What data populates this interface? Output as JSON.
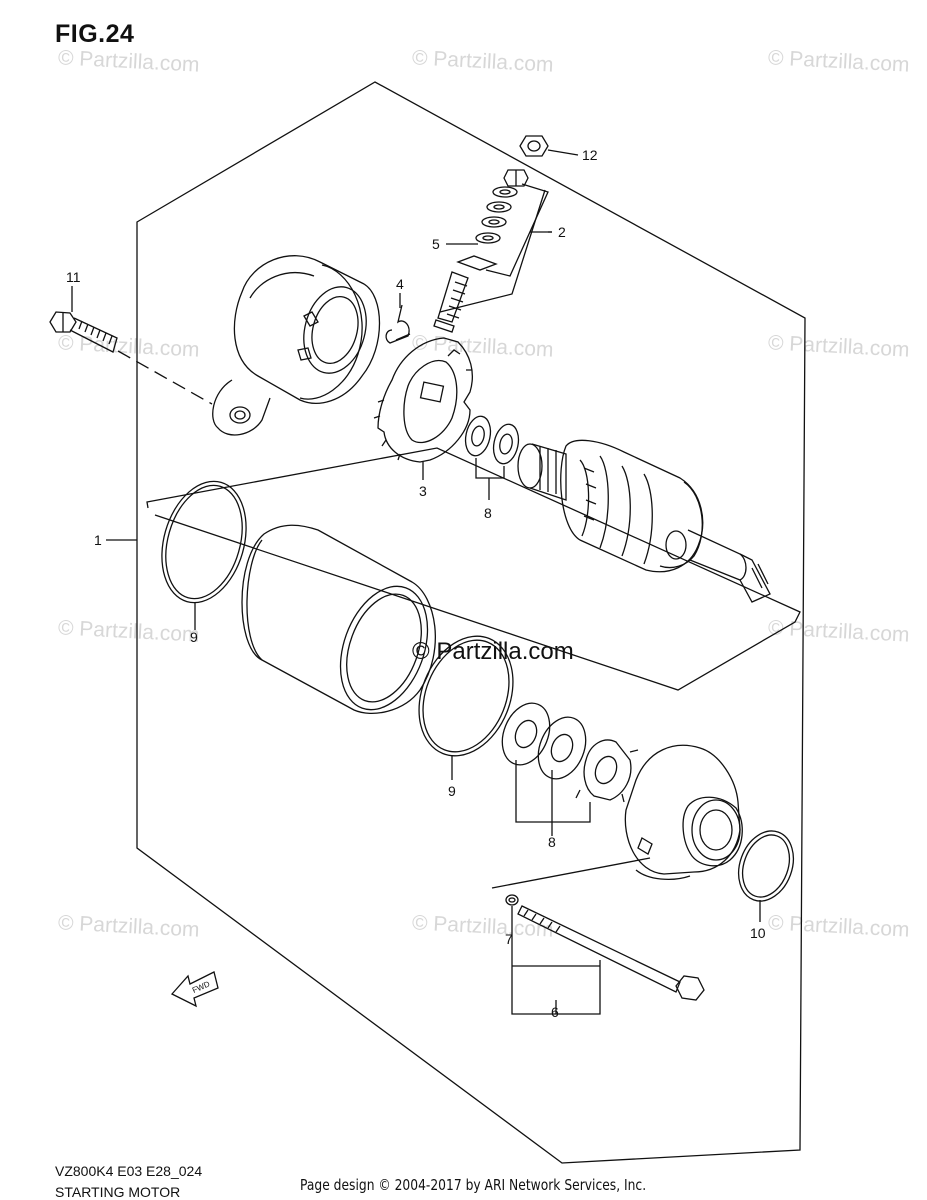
{
  "figure": {
    "title": "FIG.24",
    "model_code": "VZ800K4 E03 E28_024",
    "subtitle": "STARTING MOTOR"
  },
  "footer": {
    "text": "Page design © 2004-2017 by ARI Network Services, Inc."
  },
  "watermark": {
    "text": "© Partzilla.com",
    "center_text": "© Partzilla.com"
  },
  "callouts": {
    "c1": "1",
    "c2": "2",
    "c3": "3",
    "c4": "4",
    "c5": "5",
    "c6": "6",
    "c7": "7",
    "c8a": "8",
    "c8b": "8",
    "c9a": "9",
    "c9b": "9",
    "c10": "10",
    "c11": "11",
    "c12": "12"
  },
  "fwd_label": "FWD",
  "colors": {
    "line": "#111111",
    "watermark": "#d7d7d7",
    "background": "#ffffff"
  }
}
